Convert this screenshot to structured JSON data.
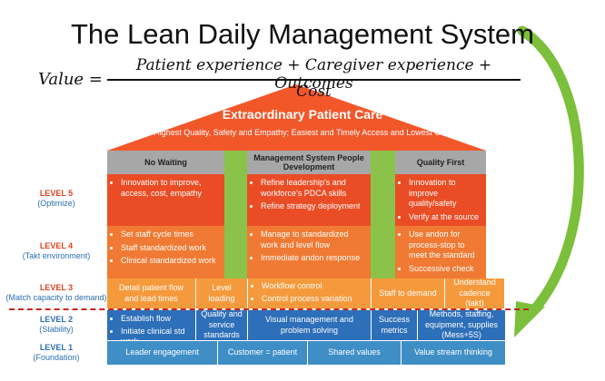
{
  "title": "The Lean Daily Management System",
  "formula": {
    "label": "Value =",
    "numerator": "Patient experience + Caregiver experience + Outcomes",
    "denominator": "Cost"
  },
  "roof": {
    "title": "Extraordinary Patient Care",
    "subtitle": "Highest Quality, Safety and Empathy; Easiest and Timely Access and Lowest Cost"
  },
  "pillars": [
    {
      "heading": "No Waiting"
    },
    {
      "heading": "Management System People Development"
    },
    {
      "heading": "Quality First"
    }
  ],
  "levels": {
    "l5": {
      "name": "LEVEL 5",
      "desc": "(Optimize)"
    },
    "l4": {
      "name": "LEVEL 4",
      "desc": "(Takt environment)"
    },
    "l3": {
      "name": "LEVEL 3",
      "desc": "(Match capacity to demand)"
    },
    "l2": {
      "name": "LEVEL 2",
      "desc": "(Stability)"
    },
    "l1": {
      "name": "LEVEL 1",
      "desc": "(Foundation)"
    }
  },
  "rows": {
    "l5": [
      [
        "Innovation to improve, access, cost, empathy"
      ],
      [
        "Refine leadership's and workforce's PDCA skills",
        "Refine strategy deployment"
      ],
      [
        "Innovation to improve quality/safety",
        "Verify at the source"
      ]
    ],
    "l4": [
      [
        "Set staff cycle times",
        "Staff standardized work",
        "Clinical standardized work"
      ],
      [
        "Manage to standardized work and level flow",
        "Immediate andon response"
      ],
      [
        "Use andon for process-stop to meet the standard",
        "Successive check"
      ]
    ],
    "l3": {
      "a": "Detail patient flow and lead times",
      "b": "Level loading",
      "c": [
        "Workflow control",
        "Control process variation"
      ],
      "d": "Staff to demand",
      "e": "Understand cadence (takt)"
    },
    "l2": {
      "a": [
        "Establish flow",
        "Initiate clinical std work"
      ],
      "b": "Quality and service standards",
      "c": "Visual management and problem solving",
      "d": "Success metrics",
      "e": "Methods, staffing, equipment, supplies (Mess+5S)"
    },
    "l1": [
      "Leader engagement",
      "Customer = patient",
      "Shared values",
      "Value stream thinking"
    ]
  },
  "colors": {
    "roof": "#f2572a",
    "level5": "#ea4d25",
    "level4": "#f07a33",
    "level3": "#f59a3c",
    "level2": "#2d6fb8",
    "level1": "#3f8fc6",
    "pillar_gap": "#8bc34a",
    "pillar_head": "#a7a7a8",
    "level_label_red": "#e2431f",
    "level_label_blue": "#2a6fb2",
    "arrow": "#7bbf3a",
    "divider": "#c8261c"
  }
}
